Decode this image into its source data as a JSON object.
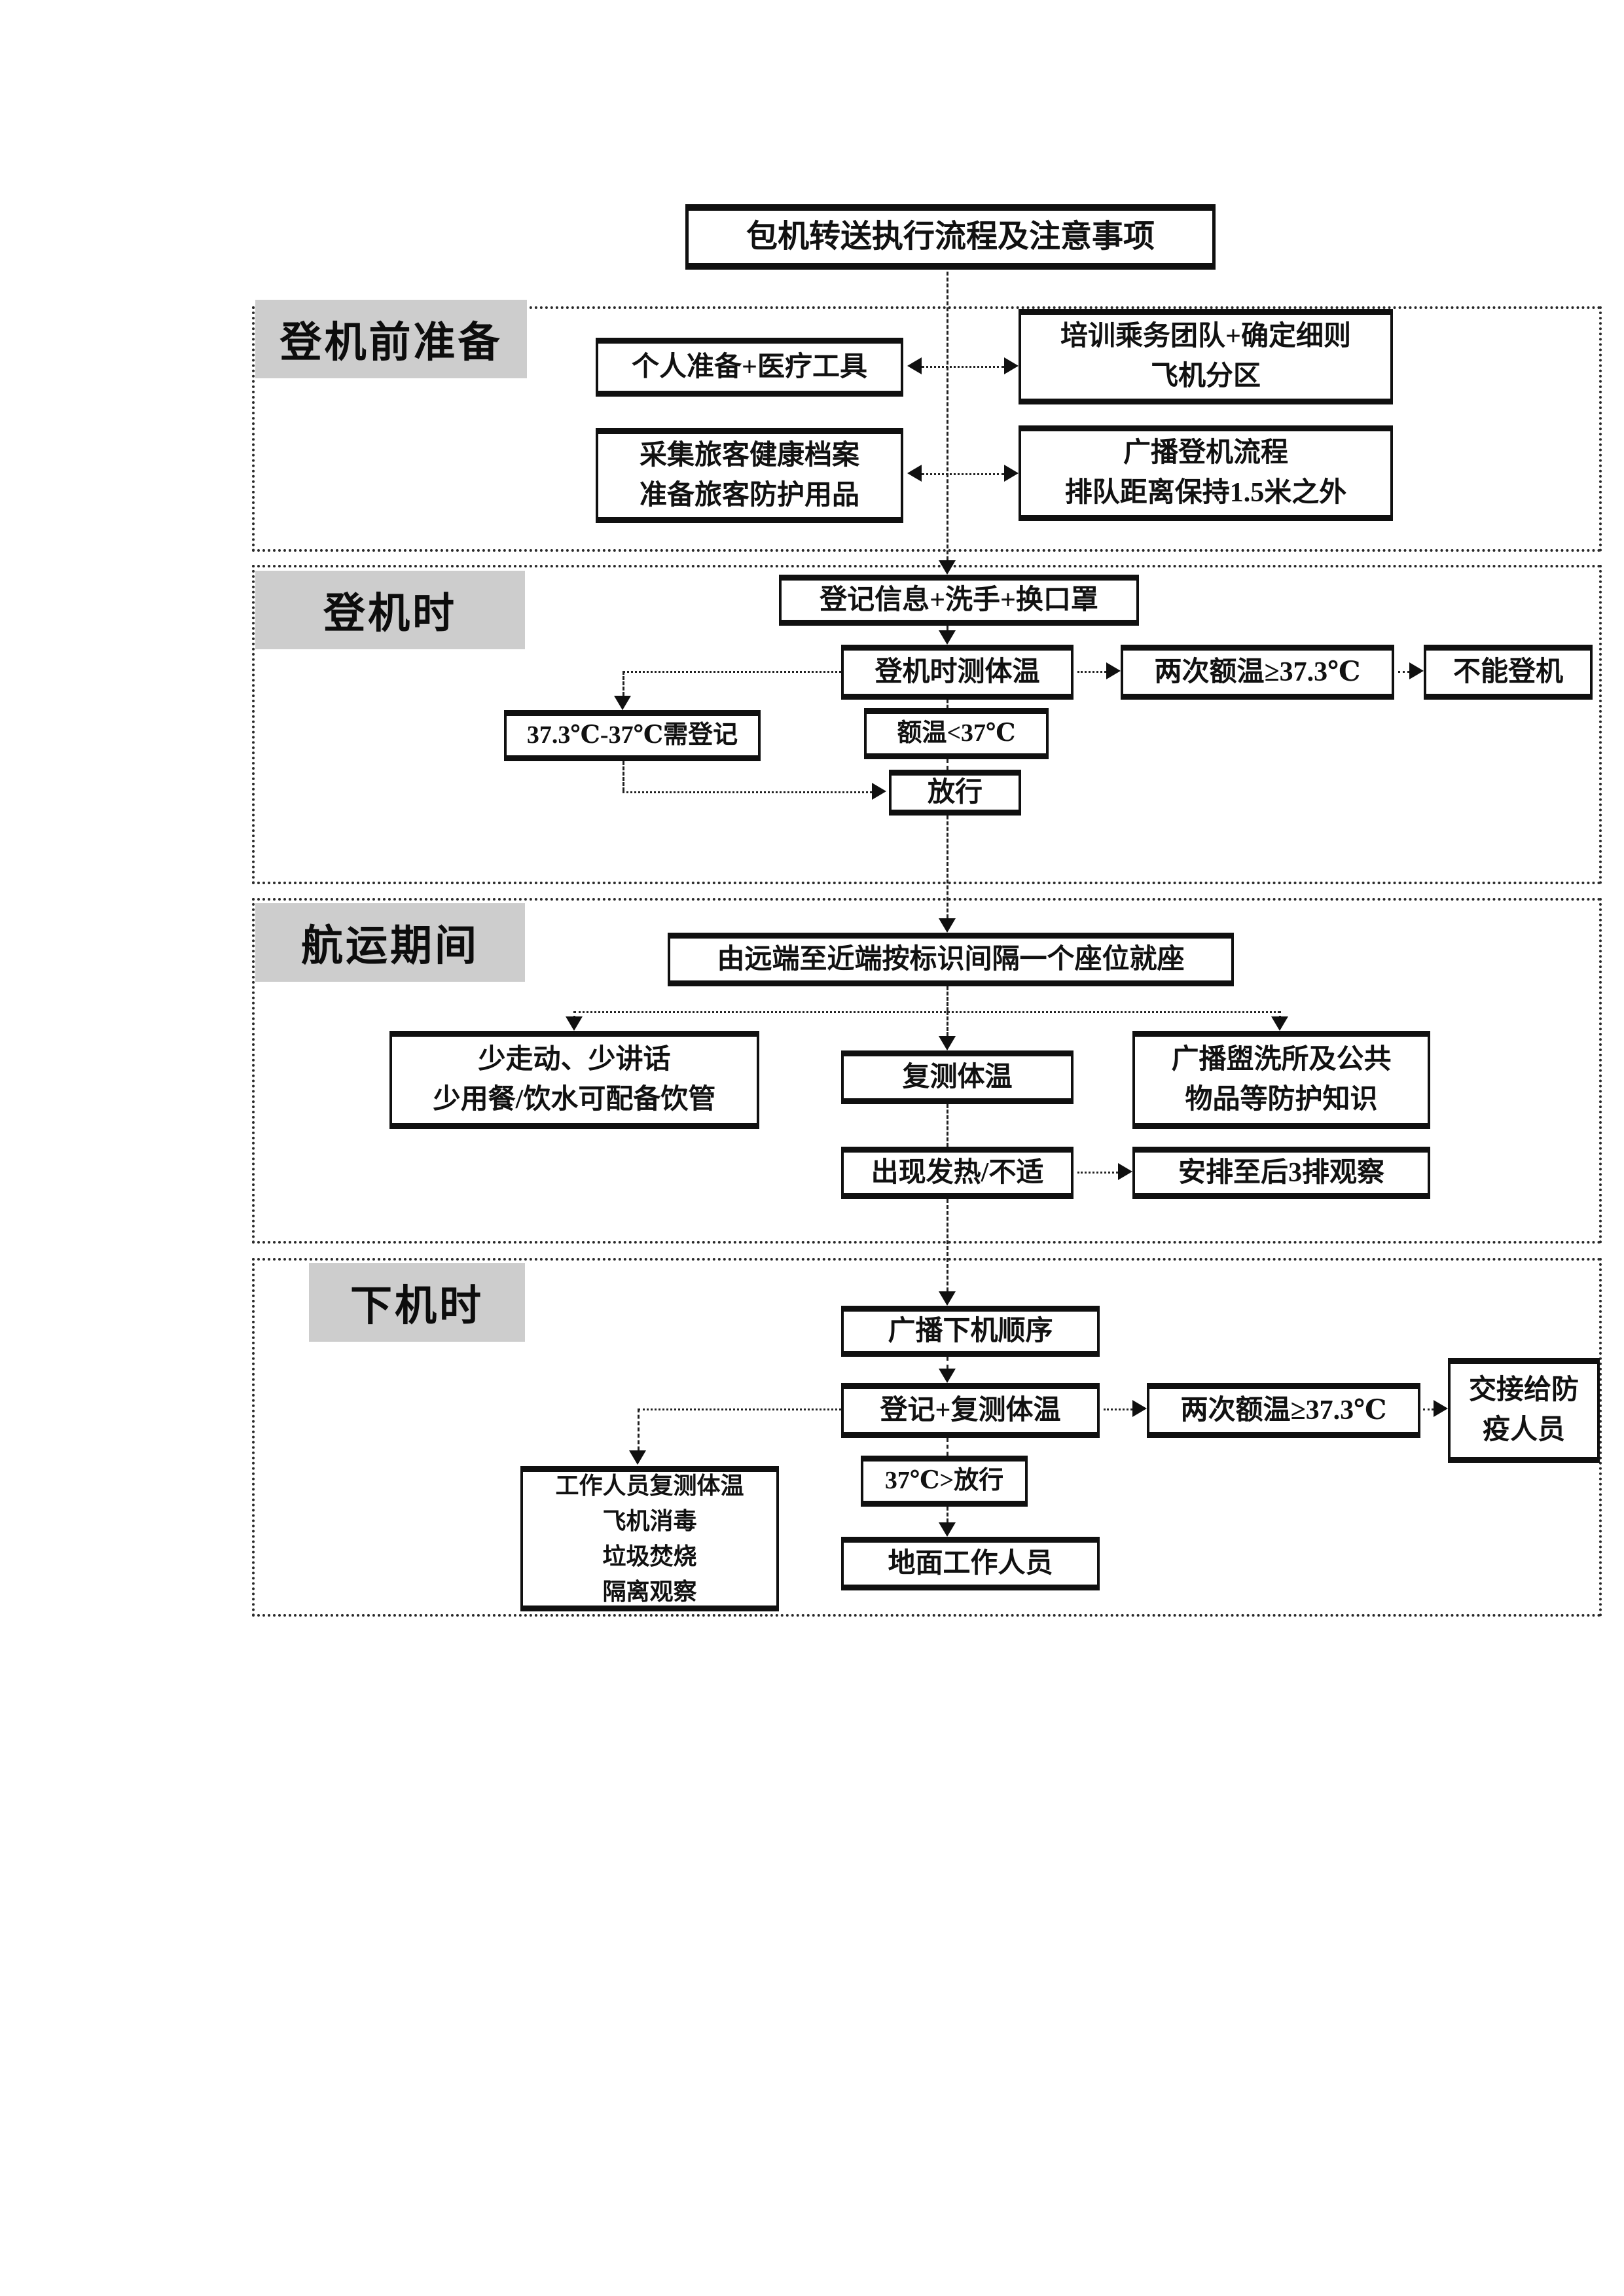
{
  "title": "包机转送执行流程及注意事项",
  "colors": {
    "page_bg": "#ffffff",
    "box_border": "#101010",
    "section_border": "#2a2a2a",
    "label_bg": "#cdcdcd",
    "line": "#222222",
    "text": "#111111"
  },
  "sections": [
    {
      "label": "登机前准备"
    },
    {
      "label": "登机时"
    },
    {
      "label": "航运期间"
    },
    {
      "label": "下机时"
    }
  ],
  "boxes": {
    "personal_prep": {
      "l1": "个人准备+医疗工具"
    },
    "train_crew": {
      "l1": "培训乘务团队+确定细则",
      "l2": "飞机分区"
    },
    "collect_health": {
      "l1": "采集旅客健康档案",
      "l2": "准备旅客防护用品"
    },
    "broadcast_boarding": {
      "l1": "广播登机流程",
      "l2": "排队距离保持1.5米之外"
    },
    "register_info": {
      "l1": "登记信息+洗手+换口罩"
    },
    "measure_temp_boarding": {
      "l1": "登机时测体温"
    },
    "temp_ge_373_boarding": {
      "l1": "两次额温≥37.3℃"
    },
    "cannot_board": {
      "l1": "不能登机"
    },
    "temp_373_37_register": {
      "l1": "37.3℃-37℃需登记"
    },
    "temp_lt_37": {
      "l1": "额温<37℃"
    },
    "release_boarding": {
      "l1": "放行"
    },
    "seating_rule": {
      "l1": "由远端至近端按标识间隔一个座位就座"
    },
    "less_movement": {
      "l1": "少走动、少讲话",
      "l2": "少用餐/饮水可配备饮管"
    },
    "retest_temp": {
      "l1": "复测体温"
    },
    "broadcast_washroom": {
      "l1": "广播盥洗所及公共",
      "l2": "物品等防护知识"
    },
    "fever_discomfort": {
      "l1": "出现发热/不适"
    },
    "rear_rows_observe": {
      "l1": "安排至后3排观察"
    },
    "broadcast_deplane": {
      "l1": "广播下机顺序"
    },
    "register_retest": {
      "l1": "登记+复测体温"
    },
    "temp_ge_373_deplane": {
      "l1": "两次额温≥37.3℃"
    },
    "handover_epidemic": {
      "l1": "交接给防",
      "l2": "疫人员"
    },
    "staff_tasks": {
      "l1": "工作人员复测体温",
      "l2": "飞机消毒",
      "l3": "垃圾焚烧",
      "l4": "隔离观察"
    },
    "release_37": {
      "l1": "37℃>放行"
    },
    "ground_staff": {
      "l1": "地面工作人员"
    }
  }
}
